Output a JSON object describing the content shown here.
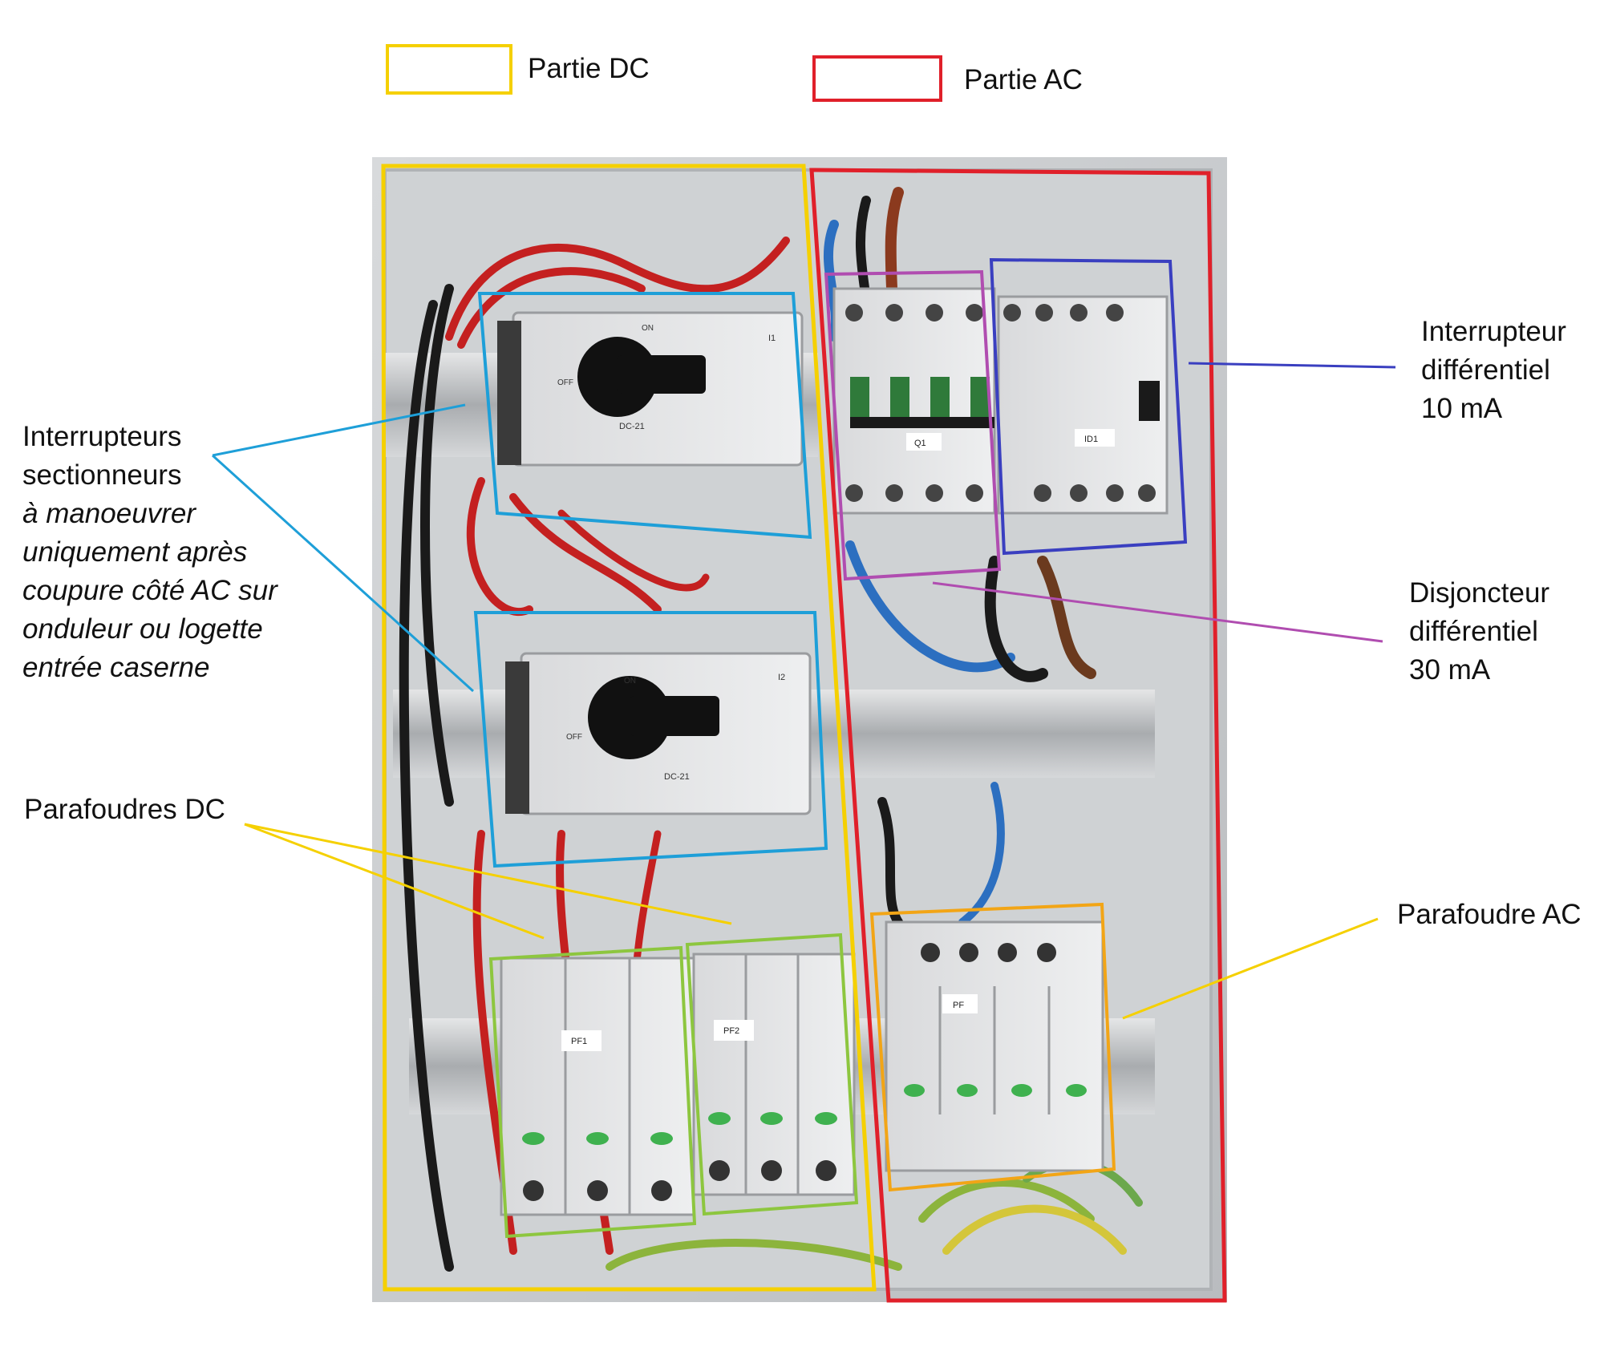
{
  "legend": {
    "dc_label": "Partie DC",
    "ac_label": "Partie AC",
    "dc_color": "#F5D000",
    "ac_color": "#E0202A"
  },
  "annotations": {
    "interrupteurs": {
      "line1": "Interrupteurs",
      "line2": "sectionneurs",
      "note": [
        "à manoeuvrer",
        "uniquement après",
        "coupure côté AC sur",
        "onduleur ou logette",
        "entrée caserne"
      ]
    },
    "interrupteur_diff": [
      "Interrupteur",
      "différentiel",
      "10 mA"
    ],
    "disjoncteur_diff": [
      "Disjoncteur",
      "différentiel",
      "30 mA"
    ],
    "parafoudres_dc": "Parafoudres DC",
    "parafoudre_ac": "Parafoudre AC"
  },
  "device_labels": {
    "switch_top_marking": "DC-21",
    "switch_top_id": "I1",
    "switch_bottom_marking": "DC-21",
    "switch_bottom_id": "I2",
    "switch_on": "ON",
    "switch_off": "OFF",
    "breaker_q1": "Q1",
    "breaker_id1": "ID1",
    "surge_pf1": "PF1",
    "surge_pf2": "PF2",
    "surge_pf": "PF"
  },
  "colors": {
    "blue_frame": "#1E9FD8",
    "green_frame": "#8DC63F",
    "purple_frame": "#B04DB0",
    "navy_frame": "#3A3FC0",
    "orange_frame": "#F2A516",
    "cable_red": "#C42020",
    "cable_black": "#1a1a1a",
    "cable_blue": "#2C6FC0",
    "cabinet_bg": "#C9CCCF"
  }
}
